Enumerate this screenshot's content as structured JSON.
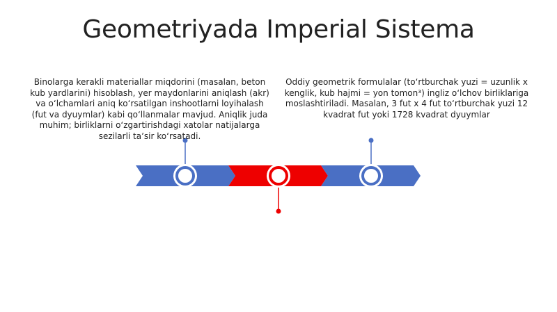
{
  "slide": {
    "title": "Geometriyada Imperial Sistema",
    "left_text": "Binolarga kerakli materiallar miqdorini (masalan, beton kub yardlarini) hisoblash, yer maydonlarini aniqlash (akr) va oʻlchamlari aniq koʻrsatilgan inshootlarni loyihalash (fut va dyuymlar) kabi qoʻllanmalar mavjud. Aniqlik juda muhim; birliklarni oʻzgartirishdagi xatolar natijalarga sezilarli taʼsir koʻrsatadi.",
    "right_text": "Oddiy geometrik formulalar (toʻrtburchak yuzi = uzunlik x kenglik, kub hajmi = yon tomon³) ingliz oʻlchov birliklariga moslashtiriladi. Masalan, 3 fut x 4 fut toʻrtburchak yuzi 12 kvadrat fut yoki 1728 kvadrat dyuymlar"
  },
  "colors": {
    "blue": "#4A6FC4",
    "red": "#EE0000",
    "text": "#222222",
    "background": "#ffffff"
  }
}
